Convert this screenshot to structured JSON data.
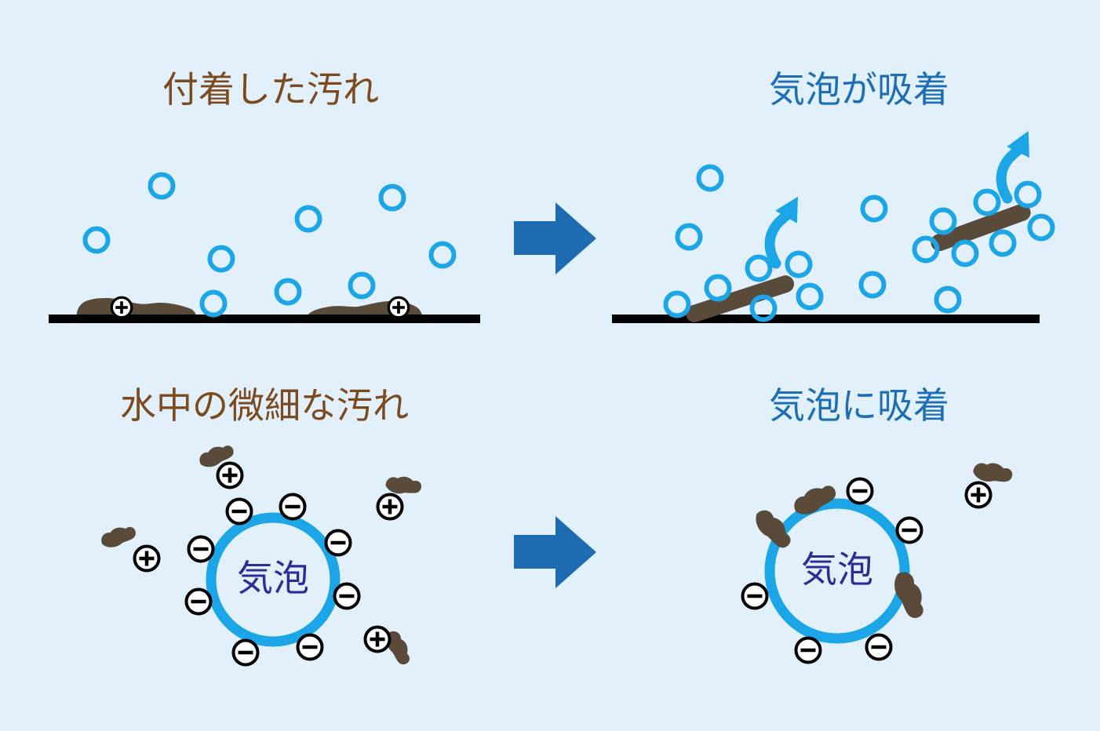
{
  "colors": {
    "background": "#E1F0FA",
    "bubble_blue": "#1CA6E8",
    "arrow_blue": "#1D6CB2",
    "title_brown": "#7B4A1E",
    "title_blue": "#1D6EB4",
    "dirt_brown": "#594A3A",
    "bubble_label_indigo": "#2B2D94",
    "charge_black": "#000000",
    "charge_fill": "#FFFFFF",
    "ground_black": "#000000"
  },
  "panels": {
    "top_left": {
      "title": "付着した汚れ"
    },
    "top_right": {
      "title": "気泡が吸着"
    },
    "bottom_left": {
      "title": "水中の微細な汚れ"
    },
    "bottom_right": {
      "title": "気泡に吸着"
    }
  },
  "labels": {
    "bubble_left": "気泡",
    "bubble_right": "気泡"
  },
  "icons": {
    "plus_charge_symbol": "＋",
    "minus_charge_symbol": "−",
    "transform_arrow_symbol": "➡",
    "lift_arrow_symbol": "⬆"
  }
}
